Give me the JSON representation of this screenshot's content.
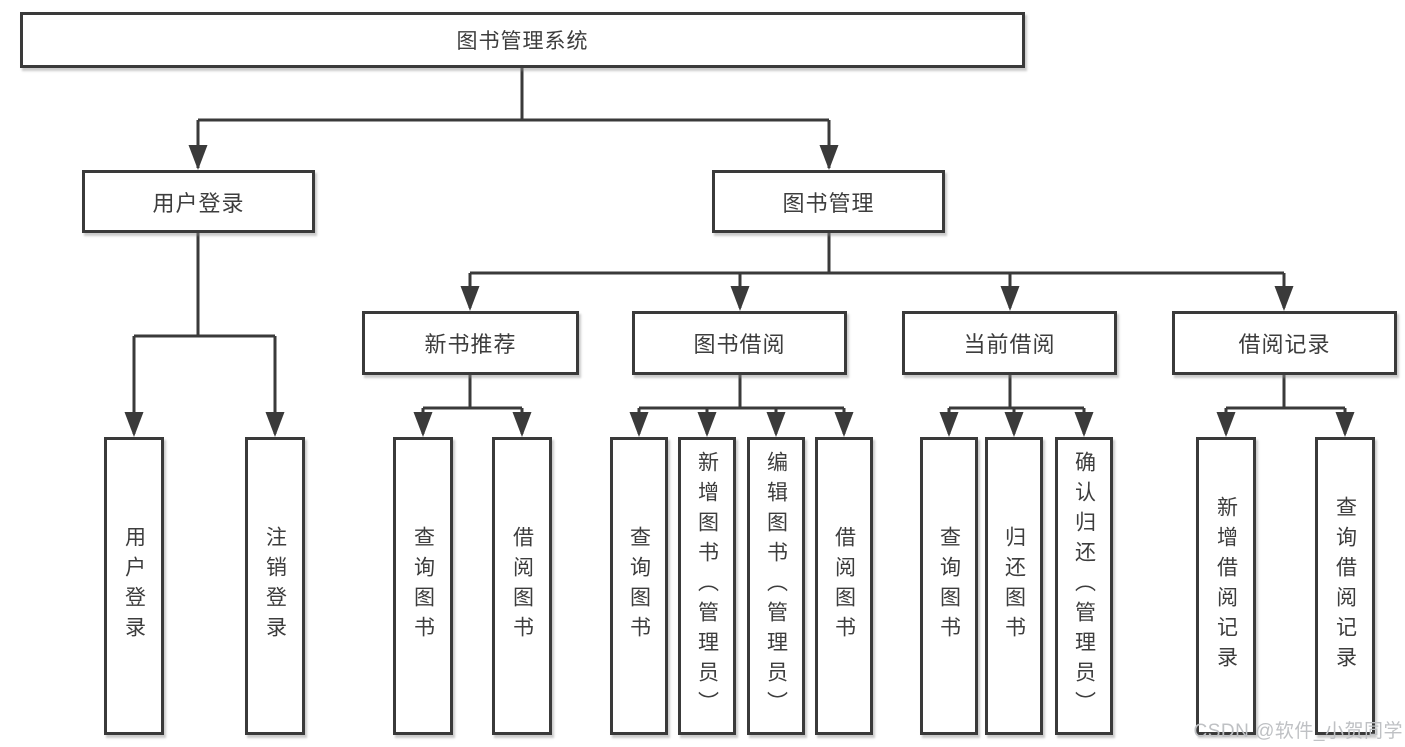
{
  "diagram": {
    "title": "图书管理系统",
    "tree": {
      "label": "图书管理系统",
      "children": [
        {
          "label": "用户登录",
          "children": [
            {
              "label": "用户登录"
            },
            {
              "label": "注销登录"
            }
          ]
        },
        {
          "label": "图书管理",
          "children": [
            {
              "label": "新书推荐",
              "children": [
                {
                  "label": "查询图书"
                },
                {
                  "label": "借阅图书"
                }
              ]
            },
            {
              "label": "图书借阅",
              "children": [
                {
                  "label": "查询图书"
                },
                {
                  "label": "新增图书（管理员）"
                },
                {
                  "label": "编辑图书（管理员）"
                },
                {
                  "label": "借阅图书"
                }
              ]
            },
            {
              "label": "当前借阅",
              "children": [
                {
                  "label": "查询图书"
                },
                {
                  "label": "归还图书"
                },
                {
                  "label": "确认归还（管理员）"
                }
              ]
            },
            {
              "label": "借阅记录",
              "children": [
                {
                  "label": "新增借阅记录"
                },
                {
                  "label": "查询借阅记录"
                }
              ]
            }
          ]
        }
      ]
    }
  },
  "watermark": {
    "text": "CSDN @软件_小贺同学"
  },
  "colors": {
    "line": "#3a3a3a",
    "text": "#3d3d3d",
    "box_background": "#ffffff",
    "page_background": "#ffffff",
    "watermark": "#bfc1c4"
  }
}
